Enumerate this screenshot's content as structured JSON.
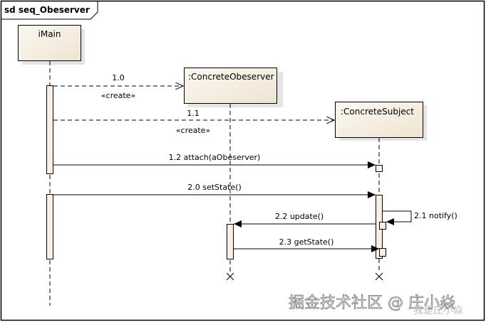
{
  "frame": {
    "title": "sd seq_Obeserver"
  },
  "lifelines": [
    {
      "id": "imain",
      "label": "iMain"
    },
    {
      "id": "observer",
      "label": ":ConcreteObeserver"
    },
    {
      "id": "subject",
      "label": ":ConcreteSubject"
    }
  ],
  "messages": [
    {
      "id": "m10",
      "number": "1.0",
      "label": "1.0",
      "stereotype": "«create»",
      "from": "imain",
      "to": "observer",
      "kind": "create"
    },
    {
      "id": "m11",
      "number": "1.1",
      "label": "1.1",
      "stereotype": "«create»",
      "from": "imain",
      "to": "subject",
      "kind": "create"
    },
    {
      "id": "m12",
      "label": "1.2 attach(aObeserver)",
      "from": "imain",
      "to": "subject",
      "kind": "sync"
    },
    {
      "id": "m20",
      "label": "2.0 setState()",
      "from": "imain",
      "to": "subject",
      "kind": "sync"
    },
    {
      "id": "m21",
      "label": "2.1 notify()",
      "from": "subject",
      "to": "subject",
      "kind": "self"
    },
    {
      "id": "m22",
      "label": "2.2 update()",
      "from": "subject",
      "to": "observer",
      "kind": "sync"
    },
    {
      "id": "m23",
      "label": "2.3 getState()",
      "from": "observer",
      "to": "subject",
      "kind": "sync"
    }
  ],
  "colors": {
    "box_fill": "#f2e9dc",
    "box_fill_light": "#fbf8f2",
    "line": "#000000"
  },
  "watermark": {
    "text": "掘金技术社区 @ 庄小焱",
    "subtext": "我是庄小焱"
  }
}
